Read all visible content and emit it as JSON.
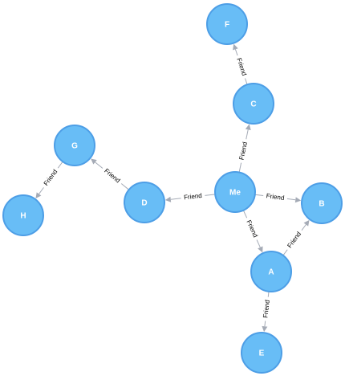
{
  "graph": {
    "colors": {
      "node_fill": "#68bdf6",
      "node_stroke": "#4d9ee6",
      "node_text": "#ffffff",
      "edge": "#a5abb6",
      "edge_label": "#000000"
    },
    "nodes": [
      {
        "id": "me",
        "label": "Me"
      },
      {
        "id": "a",
        "label": "A"
      },
      {
        "id": "b",
        "label": "B"
      },
      {
        "id": "c",
        "label": "C"
      },
      {
        "id": "d",
        "label": "D"
      },
      {
        "id": "e",
        "label": "E"
      },
      {
        "id": "f",
        "label": "F"
      },
      {
        "id": "g",
        "label": "G"
      },
      {
        "id": "h",
        "label": "H"
      }
    ],
    "edges": [
      {
        "id": "me-b",
        "from": "me",
        "to": "b",
        "label": "Friend"
      },
      {
        "id": "me-c",
        "from": "me",
        "to": "c",
        "label": "Friend"
      },
      {
        "id": "me-d",
        "from": "me",
        "to": "d",
        "label": "Friend"
      },
      {
        "id": "me-a",
        "from": "me",
        "to": "a",
        "label": "Friend"
      },
      {
        "id": "c-f",
        "from": "c",
        "to": "f",
        "label": "Friend"
      },
      {
        "id": "d-g",
        "from": "d",
        "to": "g",
        "label": "Friend"
      },
      {
        "id": "g-h",
        "from": "g",
        "to": "h",
        "label": "Friend"
      },
      {
        "id": "a-b",
        "from": "a",
        "to": "b",
        "label": "Friend"
      },
      {
        "id": "a-e",
        "from": "a",
        "to": "e",
        "label": "Friend"
      }
    ]
  }
}
